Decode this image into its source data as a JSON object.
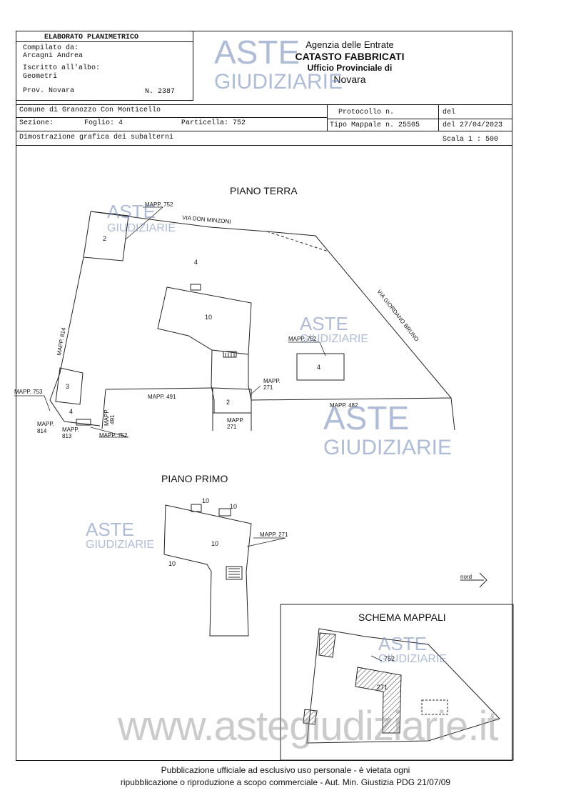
{
  "header": {
    "title": "ELABORATO PLANIMETRICO",
    "compiled_by_label": "Compilato da:",
    "compiled_by": "Arcagni Andrea",
    "registered_label": "Iscritto all'albo:",
    "registered": "Geometri",
    "province": "Prov. Novara",
    "number": "N. 2387"
  },
  "agency": {
    "line1": "Agenzia delle Entrate",
    "line2": "CATASTO FABBRICATI",
    "line3": "Ufficio Provinciale di",
    "line4": "Novara"
  },
  "info": {
    "comune": "Comune di Granozzo Con Monticello",
    "sezione": "Sezione:",
    "foglio": "Foglio: 4",
    "particella": "Particella: 752",
    "protocollo": "Protocollo n.",
    "del1": "del",
    "tipo_mappale": "Tipo Mappale n. 25505",
    "del2": "del 27/04/2023",
    "dimostrazione": "Dimostrazione grafica dei subalterni",
    "scala": "Scala 1 : 500"
  },
  "watermark": {
    "aste": "ASTE",
    "giudiziarie": "GIUDIZIARIE",
    "site": "www.astegiudiziarie.it"
  },
  "plans": {
    "piano_terra": {
      "title": "PIANO TERRA",
      "street1": "VIA DON MINZONI",
      "street2": "VIA GIORDANO BRUNO",
      "labels": {
        "mapp752_top": "MAPP. 752",
        "mapp814_side": "MAPP. 814",
        "mapp752_left": "MAPP. 753",
        "mapp814_bottom": "MAPP.\n814",
        "mapp813": "MAPP.\n813",
        "mapp752_bottom": "MAPP. 752",
        "mapp491_vert": "MAPP.\n491",
        "mapp491": "MAPP. 491",
        "mapp271_a": "MAPP.\n271",
        "mapp271_b": "MAPP.\n271",
        "mapp482": "MAPP. 482",
        "mapp752_mid": "MAPP. 752"
      },
      "subs": [
        "2",
        "4",
        "10",
        "4",
        "3",
        "4",
        "2"
      ]
    },
    "piano_primo": {
      "title": "PIANO PRIMO",
      "mapp271": "MAPP. 271",
      "subs": [
        "10",
        "10",
        "10",
        "10"
      ]
    },
    "schema": {
      "title": "SCHEMA MAPPALI",
      "mapp752": "752",
      "mapp271": "271"
    },
    "nord": "nord"
  },
  "footer": {
    "line1": "Pubblicazione ufficiale ad esclusivo uso personale - è vietata ogni",
    "line2": "ripubblicazione o riproduzione a scopo commerciale - Aut. Min. Giustizia PDG 21/07/09"
  }
}
